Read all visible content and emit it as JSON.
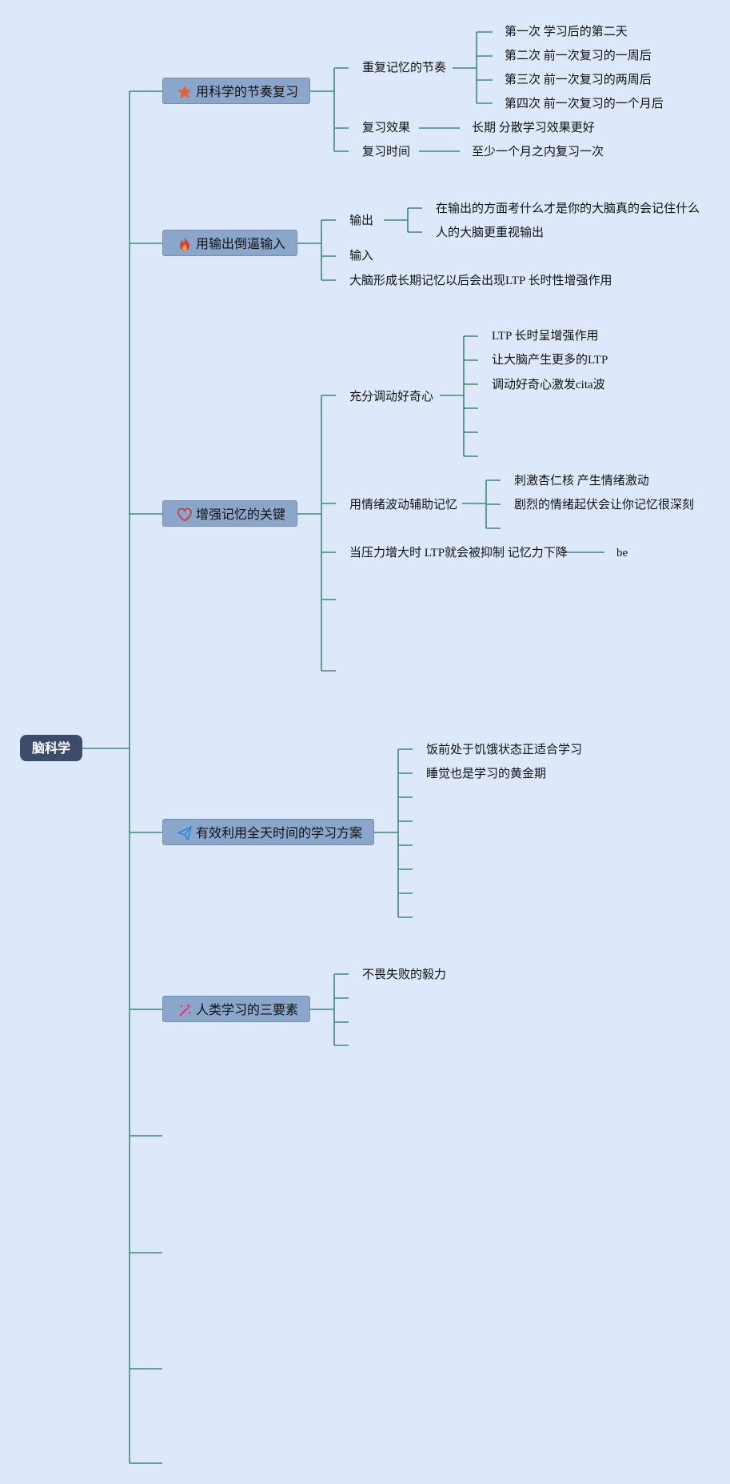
{
  "root": "脑科学",
  "colors": {
    "line": "#3d8a72",
    "node_fill": "#8aa7cb",
    "root_fill": "#3d4b6a",
    "background": "#dde9fb"
  },
  "branches": [
    {
      "label": "用科学的节奏复习",
      "icon": "star-icon",
      "children": [
        {
          "label": "重复记忆的节奏",
          "children": [
            "第一次 学习后的第二天",
            "第二次 前一次复习的一周后",
            "第三次 前一次复习的两周后",
            "第四次 前一次复习的一个月后"
          ]
        },
        {
          "label": "复习效果",
          "children": [
            "长期 分散学习效果更好"
          ]
        },
        {
          "label": "复习时间",
          "children": [
            "至少一个月之内复习一次"
          ]
        }
      ]
    },
    {
      "label": "用输出倒逼输入",
      "icon": "flame-icon",
      "children": [
        {
          "label": "输出",
          "children": [
            "在输出的方面考什么才是你的大脑真的会记住什么",
            "人的大脑更重视输出"
          ]
        },
        {
          "label": "输入",
          "children": []
        },
        {
          "label": "大脑形成长期记忆以后会出现LTP 长时性增强作用",
          "children": []
        }
      ]
    },
    {
      "label": "增强记忆的关键",
      "icon": "heart-icon",
      "children": [
        {
          "label": "充分调动好奇心",
          "children": [
            "LTP 长时呈增强作用",
            "让大脑产生更多的LTP",
            "调动好奇心激发cita波",
            "",
            "",
            ""
          ]
        },
        {
          "label": "用情绪波动辅助记忆",
          "children": [
            "刺激杏仁核 产生情绪激动",
            "剧烈的情绪起伏会让你记忆很深刻",
            ""
          ]
        },
        {
          "label": "当压力增大时 LTP就会被抑制 记忆力下降",
          "children": [
            "be"
          ]
        },
        {
          "label": "",
          "children": []
        },
        {
          "label": "",
          "children": []
        }
      ]
    },
    {
      "label": "有效利用全天时间的学习方案",
      "icon": "paper-plane-icon",
      "children": [
        {
          "label": "饭前处于饥饿状态正适合学习"
        },
        {
          "label": "睡觉也是学习的黄金期"
        },
        {
          "label": ""
        },
        {
          "label": ""
        },
        {
          "label": ""
        },
        {
          "label": ""
        },
        {
          "label": ""
        },
        {
          "label": ""
        }
      ]
    },
    {
      "label": "人类学习的三要素",
      "icon": "magic-wand-icon",
      "children": [
        {
          "label": "不畏失败的毅力"
        },
        {
          "label": ""
        },
        {
          "label": ""
        },
        {
          "label": ""
        }
      ]
    }
  ]
}
